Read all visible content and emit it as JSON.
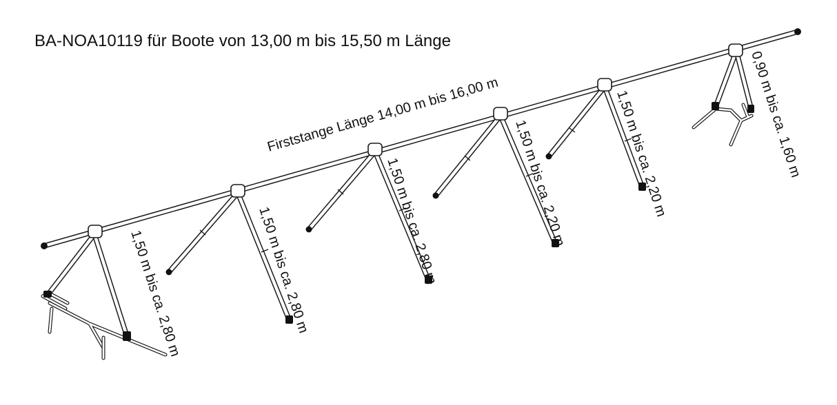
{
  "title": "BA-NOA10119 für Boote von 13,00 m bis 15,50 m Länge",
  "ridge_label": "Firststange Länge 14,00 m bis 16,00 m",
  "supports": [
    {
      "label": "1,50 m bis ca. 2,80 m"
    },
    {
      "label": "1,50 m  bis ca. 2,80 m"
    },
    {
      "label": "1,50 m  bis ca. 2,80 m"
    },
    {
      "label": "1,50 m  bis ca. 2,20 m"
    },
    {
      "label": "1,50 m  bis ca. 2,20 m"
    },
    {
      "label": "0,90 m bis ca. 1,60 m"
    }
  ]
}
